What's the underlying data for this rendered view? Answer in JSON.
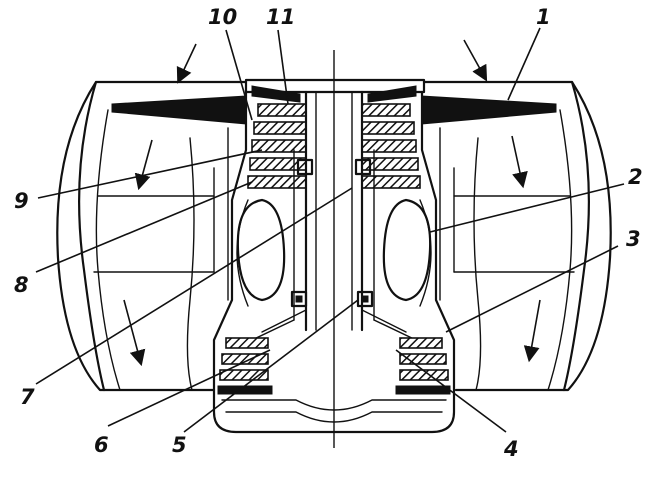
{
  "diagram": {
    "callouts": [
      "10",
      "11",
      "1",
      "2",
      "3",
      "9",
      "8",
      "7",
      "6",
      "5",
      "4"
    ],
    "colors": {
      "ink": "#111111",
      "paper": "#ffffff"
    }
  }
}
